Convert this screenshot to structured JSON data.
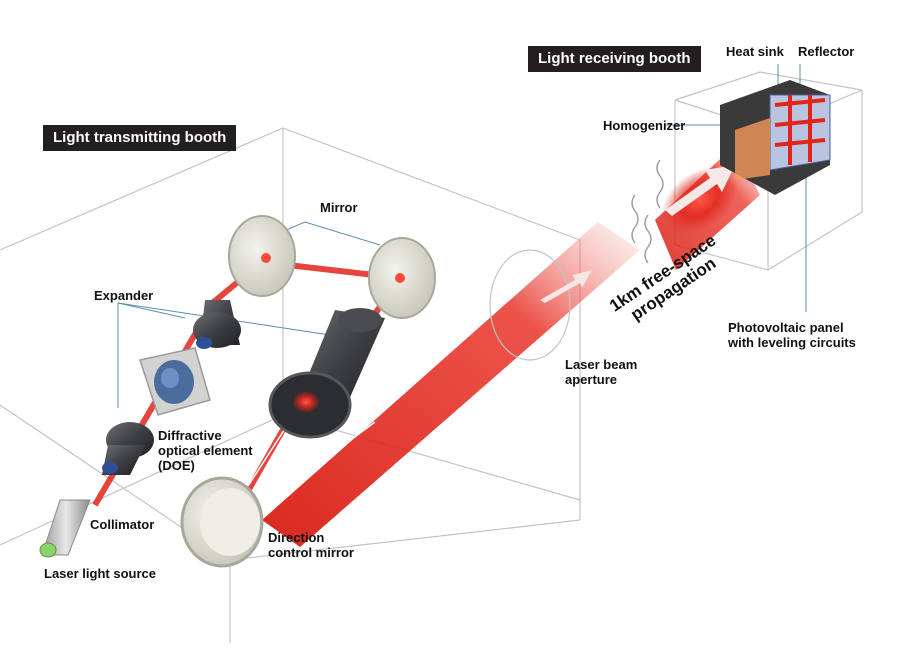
{
  "booths": {
    "transmitting": "Light transmitting booth",
    "receiving": "Light receiving booth"
  },
  "labels": {
    "mirror": "Mirror",
    "expander": "Expander",
    "doe_line1": "Diffractive",
    "doe_line2": "optical element",
    "doe_line3": "(DOE)",
    "collimator": "Collimator",
    "laser_source": "Laser light source",
    "direction_line1": "Direction",
    "direction_line2": "control mirror",
    "aperture_line1": "Laser beam",
    "aperture_line2": "aperture",
    "propagation_line1": "1km free-space",
    "propagation_line2": "propagation",
    "homogenizer": "Homogenizer",
    "heat_sink": "Heat sink",
    "reflector": "Reflector",
    "pv_line1": "Photovoltaic panel",
    "pv_line2": "with leveling circuits"
  },
  "colors": {
    "laser": "#e1251b",
    "tag_bg": "#231f20",
    "box_line": "#bfbfbf"
  }
}
